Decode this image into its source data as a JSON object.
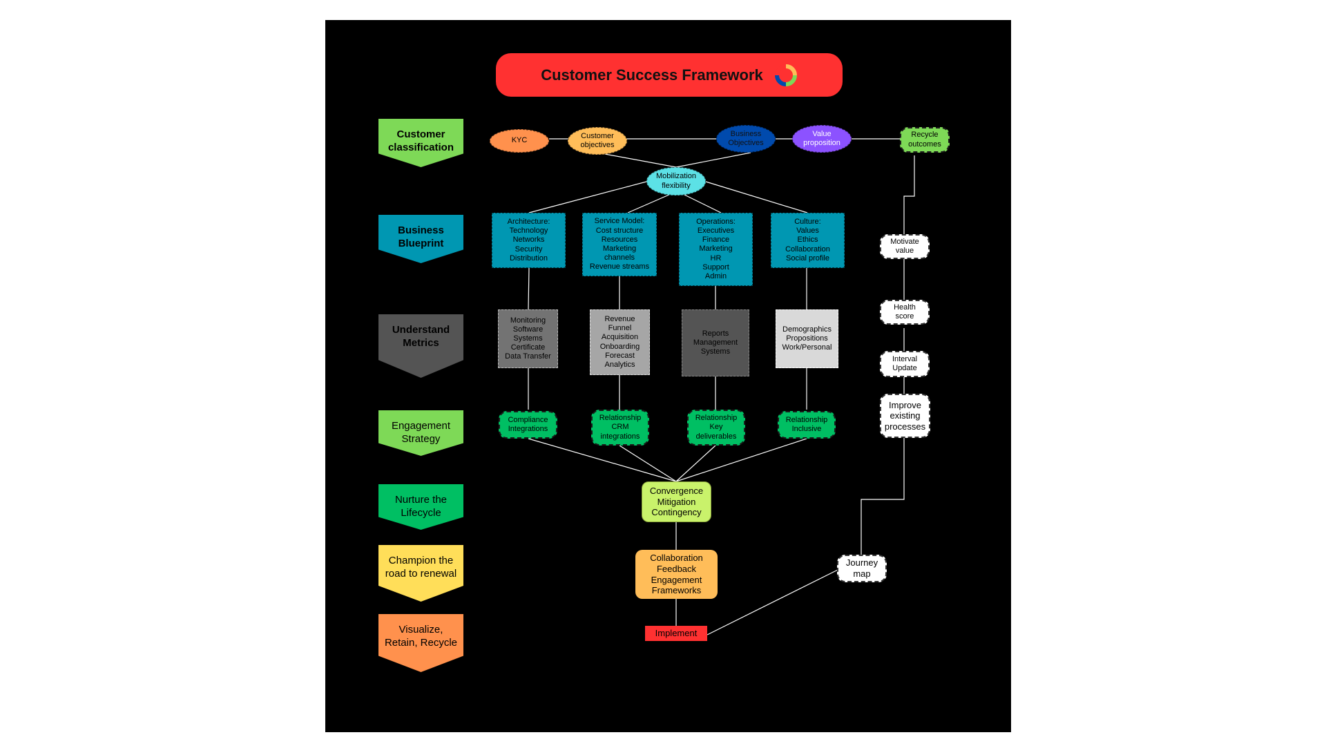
{
  "title": "Customer Success Framework",
  "stages": [
    {
      "label": "Customer\nclassification",
      "bold": true,
      "color": "#7ed957"
    },
    {
      "label": "Business\nBlueprint",
      "bold": true,
      "color": "#0097b2"
    },
    {
      "label": "Understand\nMetrics",
      "bold": true,
      "color": "#545454"
    },
    {
      "label": "Engagement\nStrategy",
      "bold": false,
      "color": "#7ed957"
    },
    {
      "label": "Nurture the\nLifecycle",
      "bold": false,
      "color": "#00bf63"
    },
    {
      "label": "Champion the\nroad to renewal",
      "bold": false,
      "color": "#ffde59"
    },
    {
      "label": "Visualize,\nRetain, Recycle",
      "bold": false,
      "color": "#ff914d"
    }
  ],
  "top_row": {
    "kyc": "KYC",
    "customer_objectives": "Customer\nobjectives",
    "business_objectives": "Business\nObjectives",
    "value_proposition": "Value\nproposition",
    "recycle_outcomes": "Recycle\noutcomes",
    "mobilization": "Mobilization\nflexibility"
  },
  "blueprint": [
    "Architecture:\nTechnology\nNetworks\nSecurity\nDistribution",
    "Service Model:\nCost structure\nResources\nMarketing\nchannels\nRevenue streams",
    "Operations:\nExecutives\nFinance\nMarketing\nHR\nSupport\nAdmin",
    "Culture:\nValues\nEthics\nCollaboration\nSocial profile"
  ],
  "metrics": [
    "Monitoring\nSoftware\nSystems\nCertificate\nData Transfer",
    "Revenue\nFunnel\nAcquisition\nOnboarding\nForecast\nAnalytics",
    "Reports\nManagement\nSystems",
    "Demographics\nPropositions\nWork/Personal"
  ],
  "engagement": [
    "Compliance\nIntegrations",
    "Relationship\nCRM\nintegrations",
    "Relationship\nKey\ndeliverables",
    "Relationship\nInclusive"
  ],
  "convergence": "Convergence\nMitigation\nContingency",
  "collaboration": "Collaboration\nFeedback\nEngagement\nFrameworks",
  "implement": "Implement",
  "loop": {
    "motivate_value": "Motivate\nvalue",
    "health_score": "Health\nscore",
    "interval_update": "Interval\nUpdate",
    "improve": "Improve\nexisting\nprocesses",
    "journey_map": "Journey\nmap"
  },
  "colors": {
    "title_bar": "#ff3131",
    "kyc": "#ff914d",
    "customer_objectives": "#ffbd59",
    "business_objectives": "#004aad",
    "value_proposition": "#8c52ff",
    "recycle_outcomes": "#7ed957",
    "mobilization": "#5ce1e6",
    "blueprint": "#0097b2",
    "engagement": "#00bf63",
    "convergence": "#c9f26b",
    "collaboration": "#ffbd59",
    "implement": "#ff3131"
  }
}
